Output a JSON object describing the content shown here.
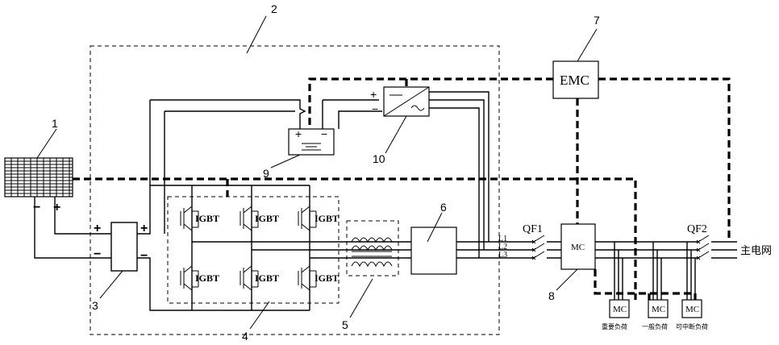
{
  "callouts": [
    "1",
    "2",
    "3",
    "4",
    "5",
    "6",
    "7",
    "8",
    "9",
    "10"
  ],
  "labels": {
    "emc": "EMC",
    "igbt": "IGBT",
    "mc": "MC",
    "qf1": "QF1",
    "qf2": "QF2",
    "grid": "主电网",
    "l1": "L1",
    "l2": "L2",
    "l3": "L3",
    "plus": "+",
    "minus": "−"
  },
  "loads": [
    {
      "mc": "MC",
      "label": "重要负荷"
    },
    {
      "mc": "MC",
      "label": "一般负荷"
    },
    {
      "mc": "MC",
      "label": "可中断负荷"
    }
  ]
}
